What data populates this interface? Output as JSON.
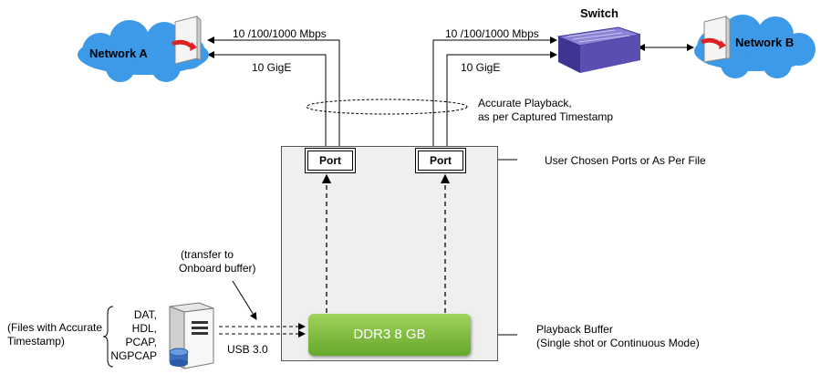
{
  "network_a": {
    "label": "Network A"
  },
  "network_b": {
    "label": "Network B"
  },
  "switch": {
    "label": "Switch"
  },
  "links": {
    "left_speed": "10 /100/1000 Mbps",
    "left_gige": "10 GigE",
    "right_speed": "10 /100/1000 Mbps",
    "right_gige": "10 GigE"
  },
  "annotations": {
    "playback_line1": "Accurate Playback,",
    "playback_line2": "as per Captured Timestamp",
    "ports_note": "User Chosen Ports or As Per File",
    "buffer_line1": "Playback Buffer",
    "buffer_line2": "(Single shot or Continuous Mode)",
    "transfer_line1": "(transfer to",
    "transfer_line2": "Onboard buffer)",
    "files_line1": "(Files with Accurate",
    "files_line2": "Timestamp)",
    "usb": "USB 3.0"
  },
  "ports": {
    "left": "Port",
    "right": "Port"
  },
  "ddr": {
    "label": "DDR3 8 GB"
  },
  "formats": [
    "DAT,",
    "HDL,",
    "PCAP,",
    "NGPCAP"
  ],
  "colors": {
    "cloud": "#3d9ae8",
    "ddr": "#7bbf3a",
    "device_bg": "#efefef",
    "switch": "#5a4fb0"
  }
}
